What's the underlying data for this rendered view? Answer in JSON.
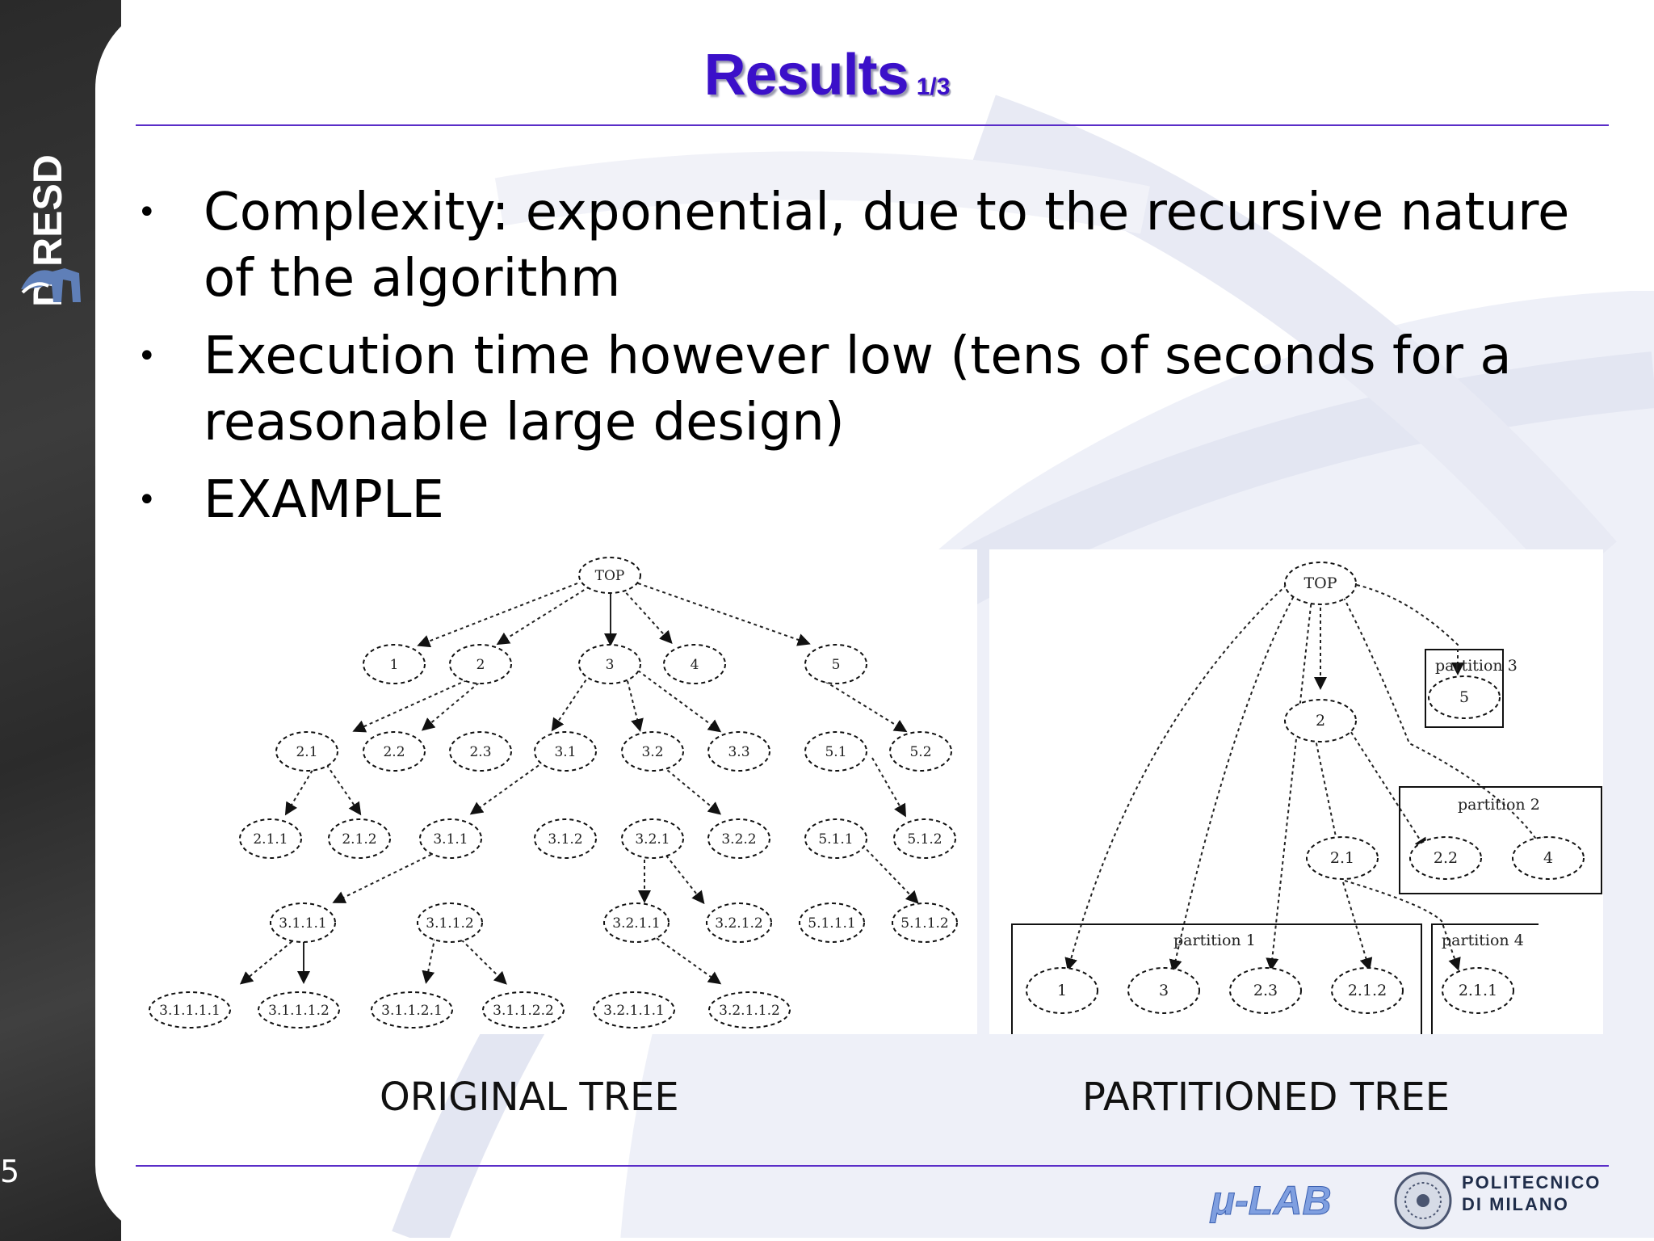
{
  "sidebar": {
    "logo_text": "D RESD",
    "page_number": "5"
  },
  "slide": {
    "title": "Results",
    "title_suffix": "1/3",
    "bullets": [
      "Complexity: exponential, due to the recursive nature of the algorithm",
      "Execution time however low (tens of seconds for a reasonable large design)",
      "EXAMPLE"
    ]
  },
  "figures": {
    "original_caption": "ORIGINAL TREE",
    "partitioned_caption": "PARTITIONED TREE",
    "original_tree": {
      "root": "TOP",
      "level1": [
        "1",
        "2",
        "3",
        "4",
        "5"
      ],
      "level2": [
        "2.1",
        "2.2",
        "2.3",
        "3.1",
        "3.2",
        "3.3",
        "5.1",
        "5.2"
      ],
      "level3": [
        "2.1.1",
        "2.1.2",
        "3.1.1",
        "3.1.2",
        "3.2.1",
        "3.2.2",
        "5.1.1",
        "5.1.2"
      ],
      "level4": [
        "3.1.1.1",
        "3.1.1.2",
        "3.2.1.1",
        "3.2.1.2",
        "5.1.1.1",
        "5.1.1.2"
      ],
      "level5": [
        "3.1.1.1.1",
        "3.1.1.1.2",
        "3.1.1.2.1",
        "3.1.1.2.2",
        "3.2.1.1.1",
        "3.2.1.1.2"
      ]
    },
    "partitioned_tree": {
      "root": "TOP",
      "partitions": {
        "p1": "partition 1",
        "p2": "partition 2",
        "p3": "partition 3",
        "p4": "partition 4"
      },
      "nodes": {
        "n2": "2",
        "n5": "5",
        "n21": "2.1",
        "n22": "2.2",
        "n4": "4",
        "n1": "1",
        "n3": "3",
        "n23": "2.3",
        "n212": "2.1.2",
        "n211": "2.1.1"
      }
    }
  },
  "footer": {
    "lab_logo": "μ-LAB",
    "university_line1": "POLITECNICO",
    "university_line2": "DI MILANO"
  },
  "colors": {
    "title": "#3b10c9",
    "rule": "#5a2dc8",
    "sidebar": "#333333"
  }
}
